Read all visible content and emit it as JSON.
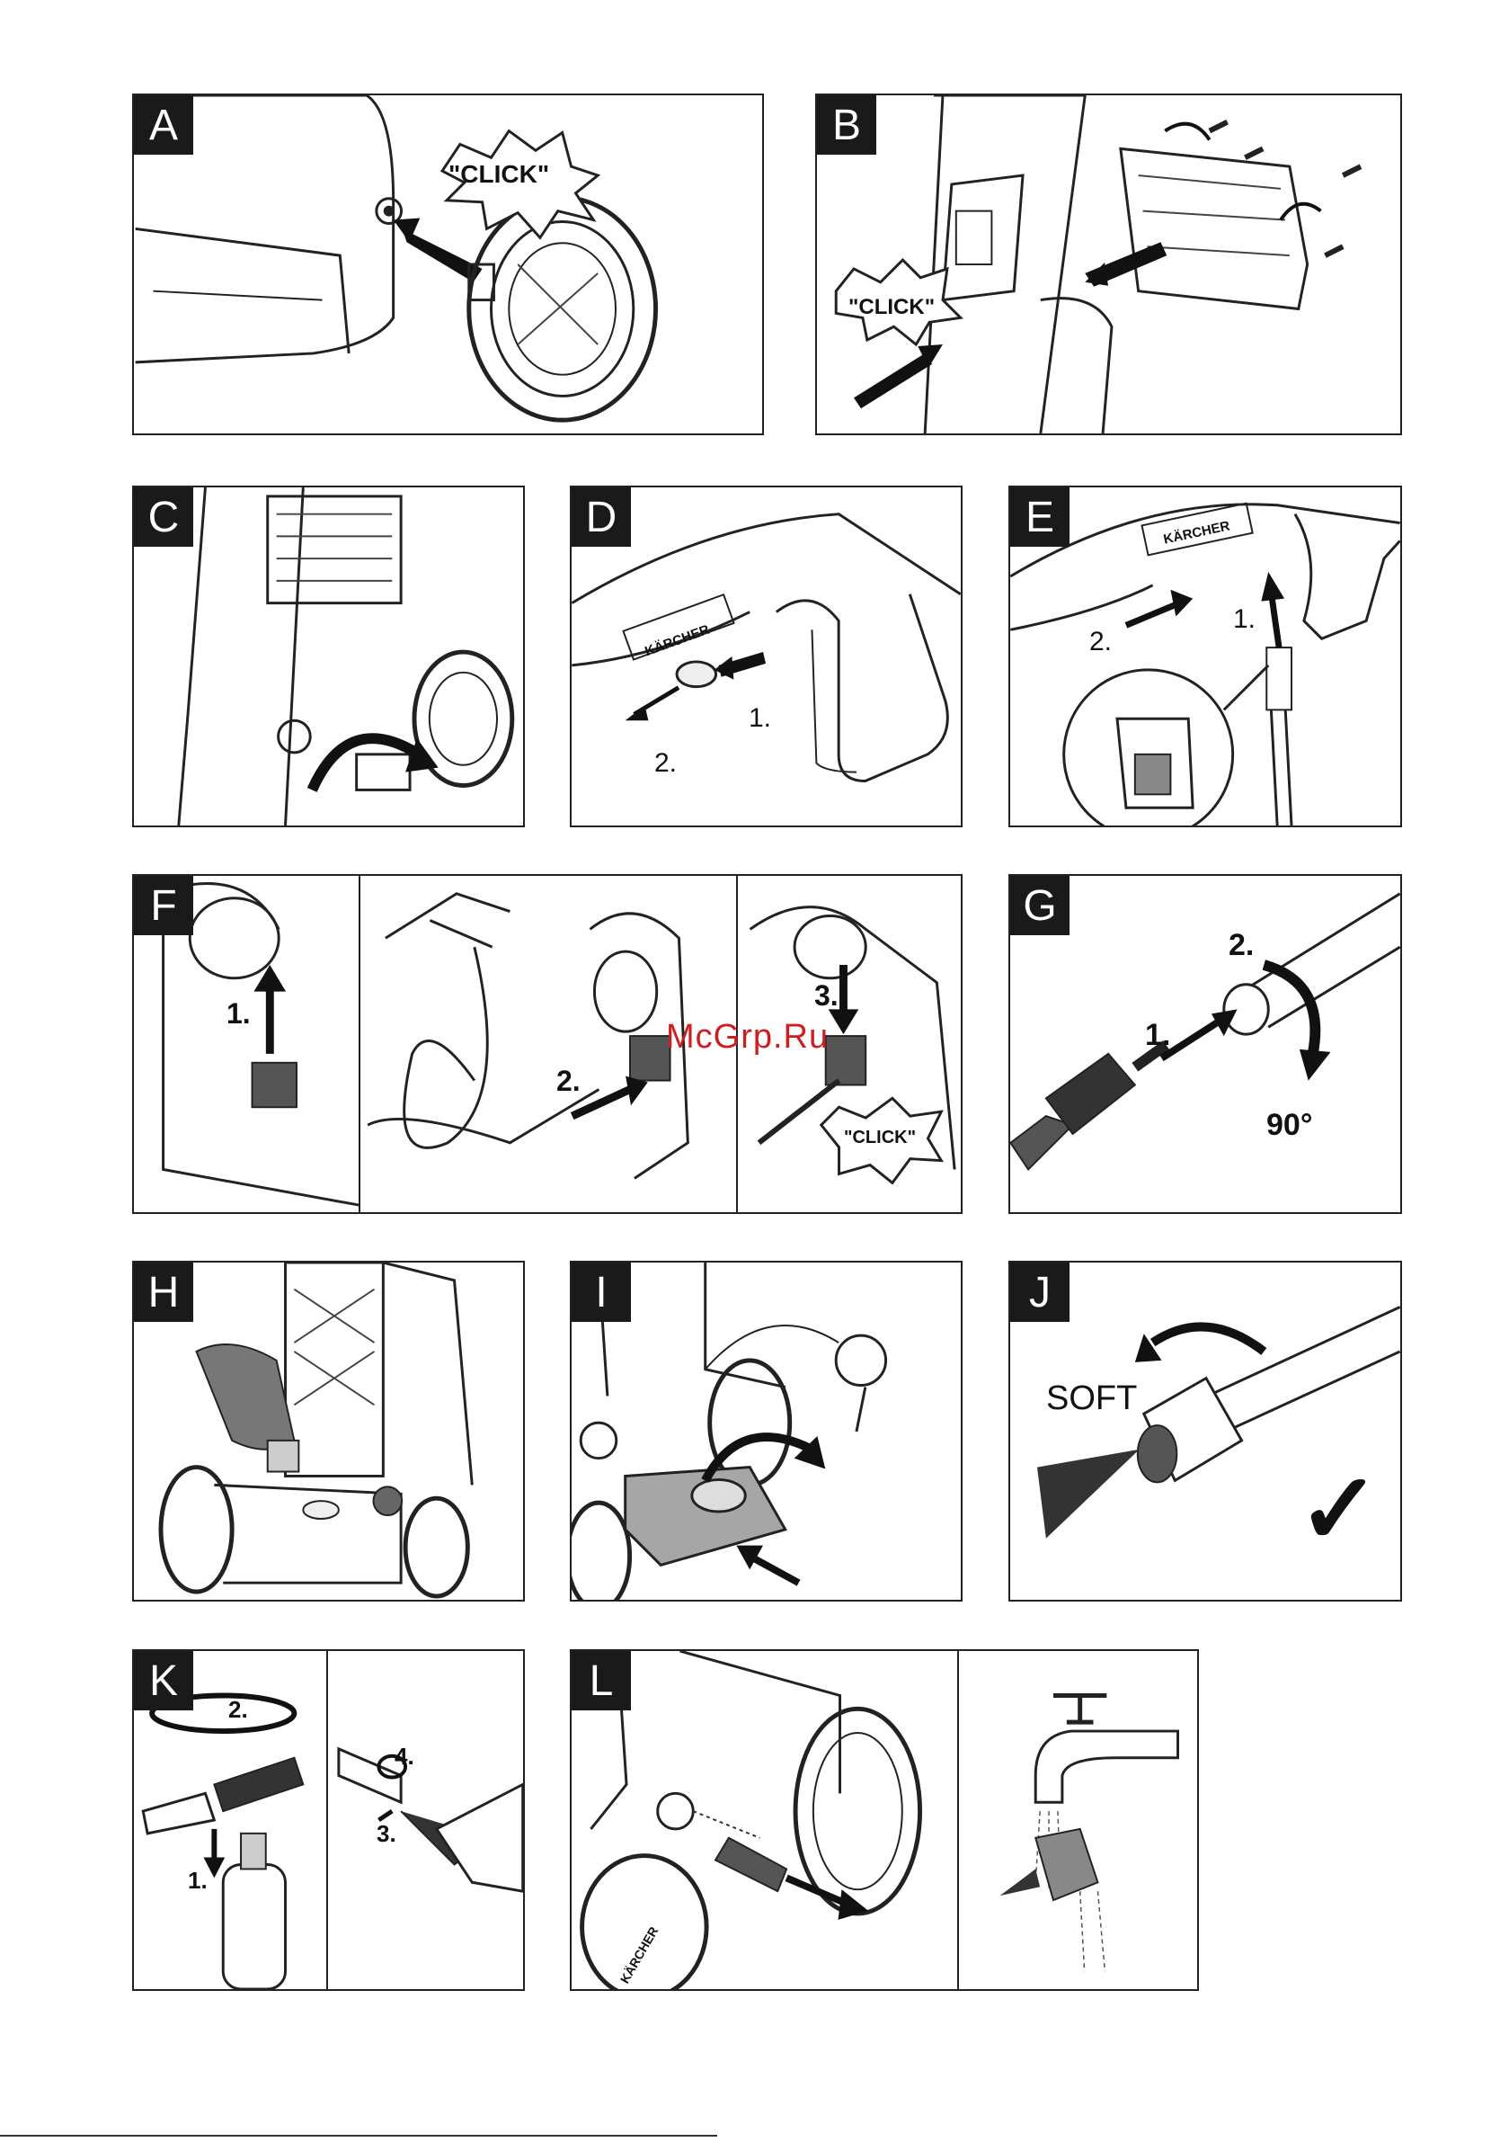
{
  "panels": {
    "A": {
      "tag": "A",
      "click": "\"CLICK\""
    },
    "B": {
      "tag": "B",
      "click": "\"CLICK\""
    },
    "C": {
      "tag": "C"
    },
    "D": {
      "tag": "D",
      "brand": "KÄRCHER",
      "step1": "1.",
      "step2": "2."
    },
    "E": {
      "tag": "E",
      "brand": "KÄRCHER",
      "step1": "1.",
      "step2": "2."
    },
    "F": {
      "tag": "F",
      "step1": "1.",
      "step2": "2.",
      "step3": "3.",
      "click": "\"CLICK\""
    },
    "G": {
      "tag": "G",
      "step1": "1.",
      "step2": "2.",
      "angle": "90°"
    },
    "H": {
      "tag": "H"
    },
    "I": {
      "tag": "I"
    },
    "J": {
      "tag": "J",
      "soft": "SOFT",
      "check": "✓"
    },
    "K": {
      "tag": "K",
      "step1": "1.",
      "step2": "2.",
      "step3": "3.",
      "step4": "4."
    },
    "L": {
      "tag": "L",
      "brand": "KÄRCHER"
    }
  },
  "watermark": "McGrp.Ru",
  "colors": {
    "ink": "#1a1a1a",
    "shade": "#9a9a9a",
    "watermark": "#cc1f1f"
  }
}
